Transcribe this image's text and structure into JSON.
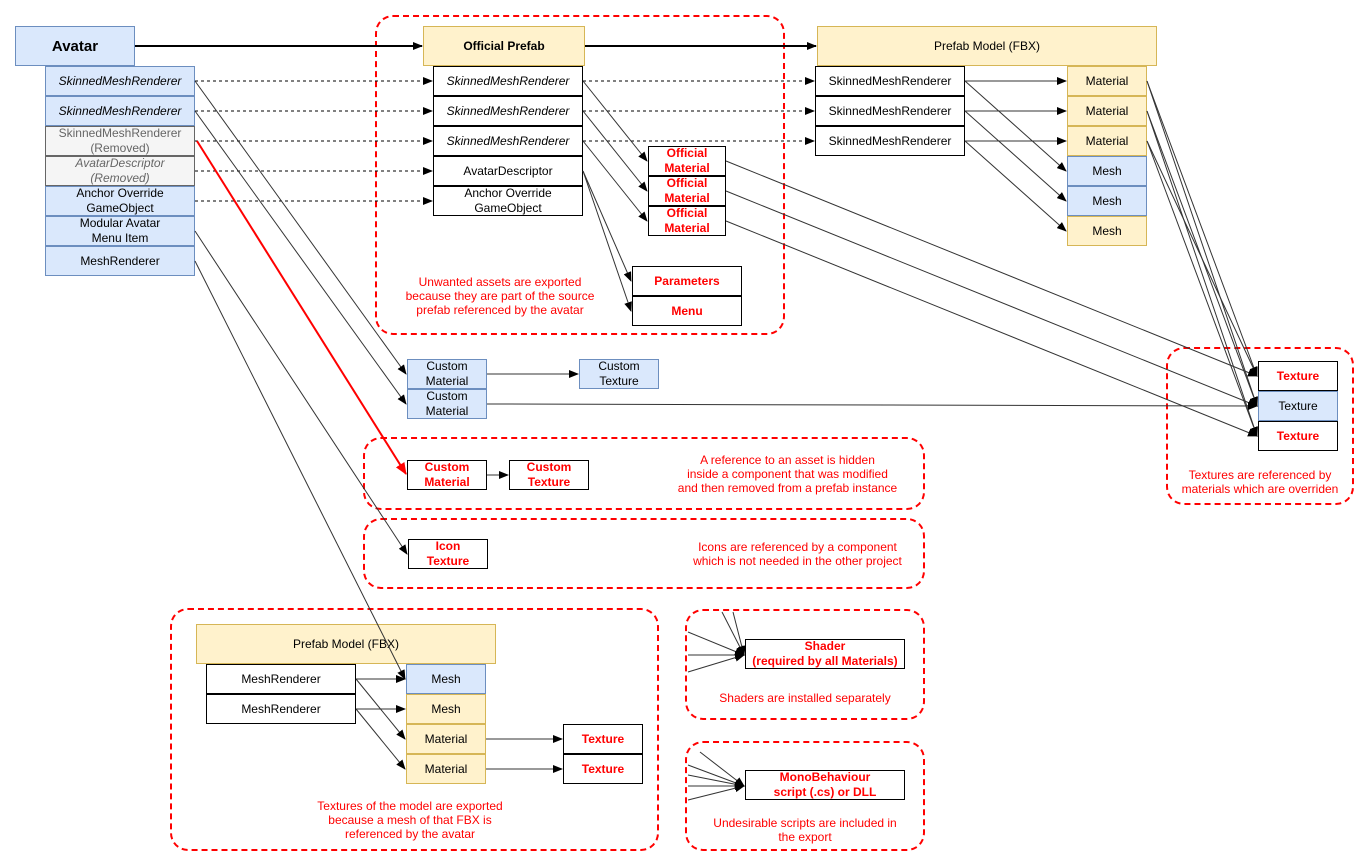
{
  "colors": {
    "red": "#ff0000",
    "blue_fill": "#dae8fc",
    "blue_stroke": "#6c8ebf",
    "yellow_fill": "#fff2cc",
    "yellow_stroke": "#d6b656"
  },
  "avatar": {
    "title": "Avatar",
    "items": [
      "SkinnedMeshRenderer",
      "SkinnedMeshRenderer",
      "SkinnedMeshRenderer\n(Removed)",
      "AvatarDescriptor\n(Removed)",
      "Anchor Override\nGameObject",
      "Modular Avatar\nMenu Item",
      "MeshRenderer"
    ]
  },
  "official_prefab": {
    "title": "Official Prefab",
    "items": [
      "SkinnedMeshRenderer",
      "SkinnedMeshRenderer",
      "SkinnedMeshRenderer",
      "AvatarDescriptor",
      "Anchor Override\nGameObject"
    ],
    "materials": [
      "Official\nMaterial",
      "Official\nMaterial",
      "Official\nMaterial"
    ],
    "parameters": "Parameters",
    "menu": "Menu",
    "note": "Unwanted assets are exported\nbecause they are part of the source\nprefab referenced by the avatar"
  },
  "prefab_model_top": {
    "title": "Prefab Model (FBX)",
    "renderers": [
      "SkinnedMeshRenderer",
      "SkinnedMeshRenderer",
      "SkinnedMeshRenderer"
    ],
    "assets": [
      "Material",
      "Material",
      "Material",
      "Mesh",
      "Mesh",
      "Mesh"
    ]
  },
  "textures_zone": {
    "items": [
      "Texture",
      "Texture",
      "Texture"
    ],
    "note": "Textures are referenced by\nmaterials which are overriden"
  },
  "custom": {
    "material1": "Custom\nMaterial",
    "material2": "Custom\nMaterial",
    "texture": "Custom\nTexture"
  },
  "hidden_ref": {
    "material": "Custom\nMaterial",
    "texture": "Custom\nTexture",
    "note": "A reference to an asset is hidden\ninside a component that was modified\nand then removed from a prefab instance"
  },
  "icon_zone": {
    "icon": "Icon\nTexture",
    "note": "Icons are referenced by a component\nwhich is not needed in the other project"
  },
  "prefab_model_bottom": {
    "title": "Prefab Model (FBX)",
    "renderers": [
      "MeshRenderer",
      "MeshRenderer"
    ],
    "assets": [
      "Mesh",
      "Mesh",
      "Material",
      "Material"
    ],
    "textures": [
      "Texture",
      "Texture"
    ],
    "note": "Textures of the model are exported\nbecause a mesh of that FBX is\nreferenced by the avatar"
  },
  "shader_zone": {
    "shader": "Shader\n(required by all Materials)",
    "note": "Shaders are installed separately"
  },
  "script_zone": {
    "script": "MonoBehaviour\nscript (.cs) or DLL",
    "note": "Undesirable scripts are included in\nthe export"
  }
}
